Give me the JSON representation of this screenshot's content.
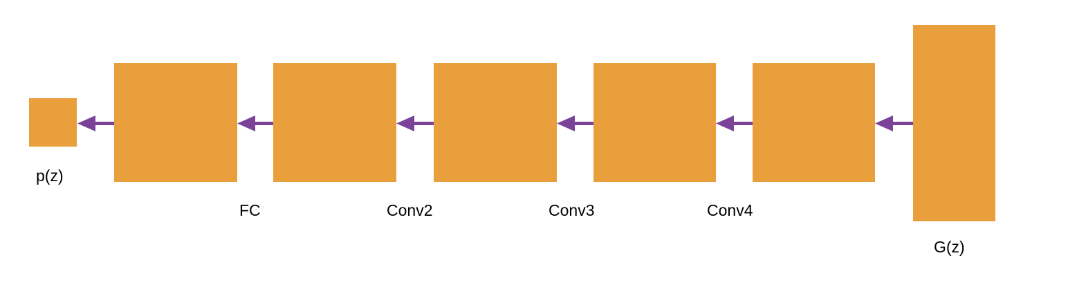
{
  "colors": {
    "box_fill": "#E9A03C",
    "arrow": "#7B429A",
    "text": "#000000",
    "background": "#FFFFFF"
  },
  "diagram": {
    "labels": {
      "input": "p(z)",
      "fc": "FC",
      "conv2": "Conv2",
      "conv3": "Conv3",
      "conv4": "Conv4",
      "output": "G(z)"
    },
    "arrow_direction": "right-to-left",
    "arrow_count": 6
  }
}
